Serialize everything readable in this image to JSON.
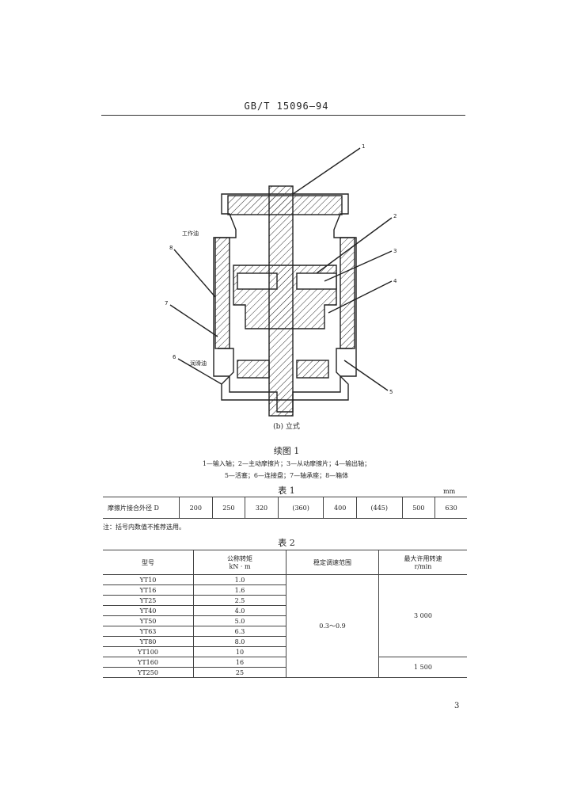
{
  "header": {
    "standard": "GB/T 15096—94"
  },
  "figure": {
    "callouts": [
      "1",
      "2",
      "3",
      "4",
      "5",
      "6",
      "7",
      "8"
    ],
    "inline_labels": {
      "work_oil": "工作油",
      "lube_oil": "润滑油"
    },
    "subcaption": "(b) 立式",
    "title": "续图 1",
    "legend_line1": "1—输入轴；2—主动摩擦片；3—从动摩擦片；4—输出轴；",
    "legend_line2": "5—活塞；6—连接盘；7—轴承座；8—箱体"
  },
  "table1": {
    "title": "表 1",
    "unit": "mm",
    "row_label": "摩擦片接合外径 D",
    "values": [
      "200",
      "250",
      "320",
      "(360)",
      "400",
      "(445)",
      "500",
      "630"
    ],
    "note": "注：括号内数值不推荐选用。"
  },
  "table2": {
    "title": "表 2",
    "headers": {
      "model": "型号",
      "torque": "公称转矩",
      "torque_unit": "kN · m",
      "range": "稳定调速范围",
      "speed": "最大许用转速",
      "speed_unit": "r/min"
    },
    "rows": [
      {
        "model": "YT10",
        "torque": "1.0"
      },
      {
        "model": "YT16",
        "torque": "1.6"
      },
      {
        "model": "YT25",
        "torque": "2.5"
      },
      {
        "model": "YT40",
        "torque": "4.0"
      },
      {
        "model": "YT50",
        "torque": "5.0"
      },
      {
        "model": "YT63",
        "torque": "6.3"
      },
      {
        "model": "YT80",
        "torque": "8.0"
      },
      {
        "model": "YT100",
        "torque": "10"
      },
      {
        "model": "YT160",
        "torque": "16"
      },
      {
        "model": "YT250",
        "torque": "25"
      }
    ],
    "range_value": "0.3～0.9",
    "speed_values": [
      "3 000",
      "1 500"
    ]
  },
  "page_number": "3"
}
